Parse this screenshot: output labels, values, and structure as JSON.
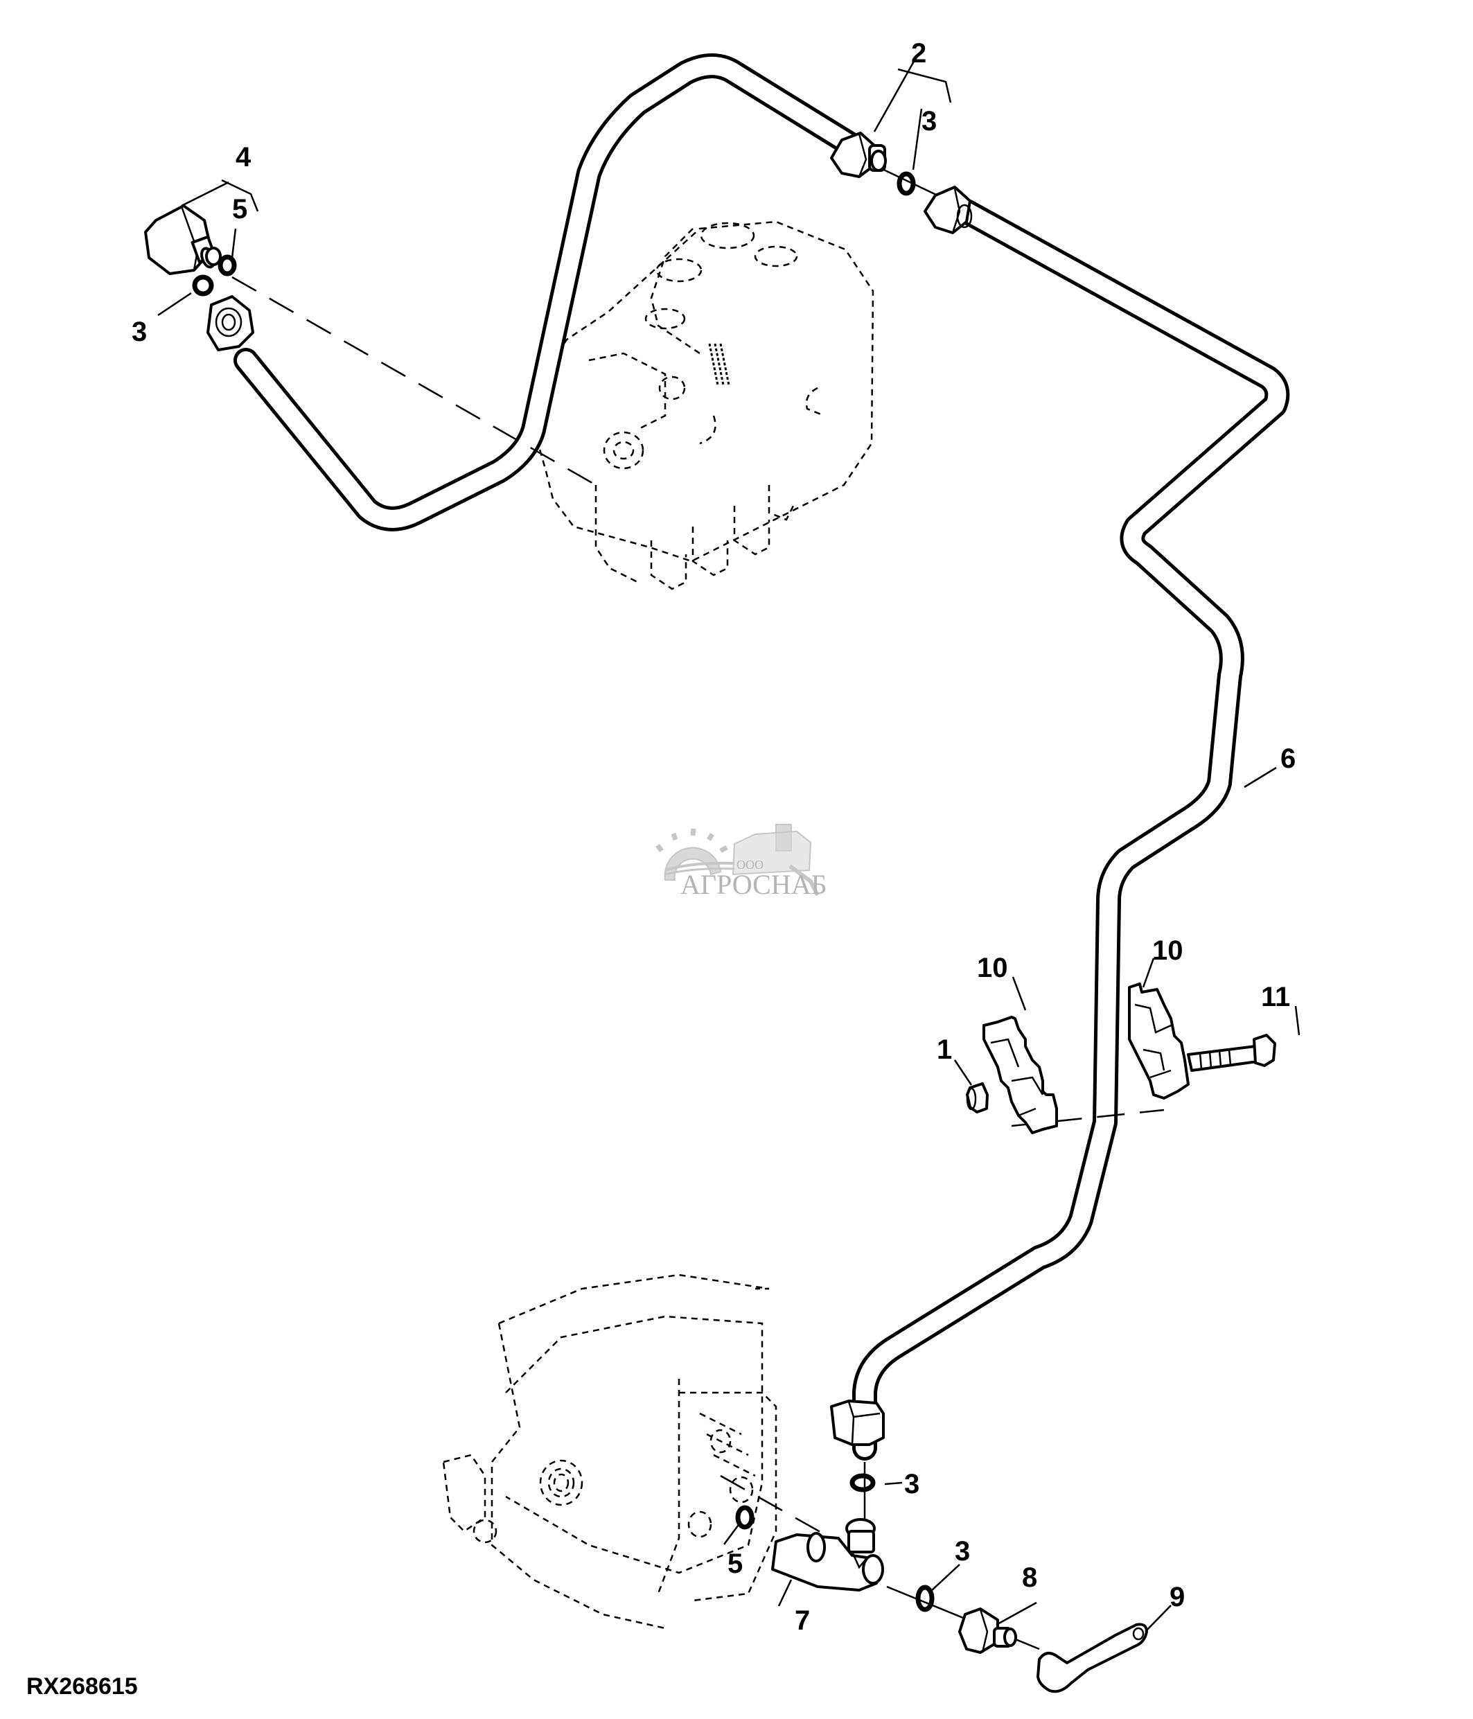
{
  "figure_id": "RX268615",
  "watermark": {
    "prefix": "ООО",
    "name": "АГРОСНАБ"
  },
  "colors": {
    "line": "#000000",
    "background": "#ffffff",
    "watermark": "#b4b4b4"
  },
  "callouts": {
    "c1": "1",
    "c2": "2",
    "c3_top": "3",
    "c3_left": "3",
    "c3_lower_a": "3",
    "c3_lower_b": "3",
    "c4": "4",
    "c5_top": "5",
    "c5_bottom": "5",
    "c6": "6",
    "c7": "7",
    "c8": "8",
    "c9": "9",
    "c10_left": "10",
    "c10_right": "10",
    "c11": "11"
  },
  "parts": [
    {
      "item": "1",
      "description": "nut"
    },
    {
      "item": "2",
      "description": "fitting assembly"
    },
    {
      "item": "3",
      "description": "o-ring"
    },
    {
      "item": "4",
      "description": "fitting assembly"
    },
    {
      "item": "5",
      "description": "o-ring"
    },
    {
      "item": "6",
      "description": "hydraulic line"
    },
    {
      "item": "7",
      "description": "tee fitting"
    },
    {
      "item": "8",
      "description": "fitting"
    },
    {
      "item": "9",
      "description": "cap"
    },
    {
      "item": "10",
      "description": "clamp half"
    },
    {
      "item": "11",
      "description": "cap screw"
    }
  ]
}
